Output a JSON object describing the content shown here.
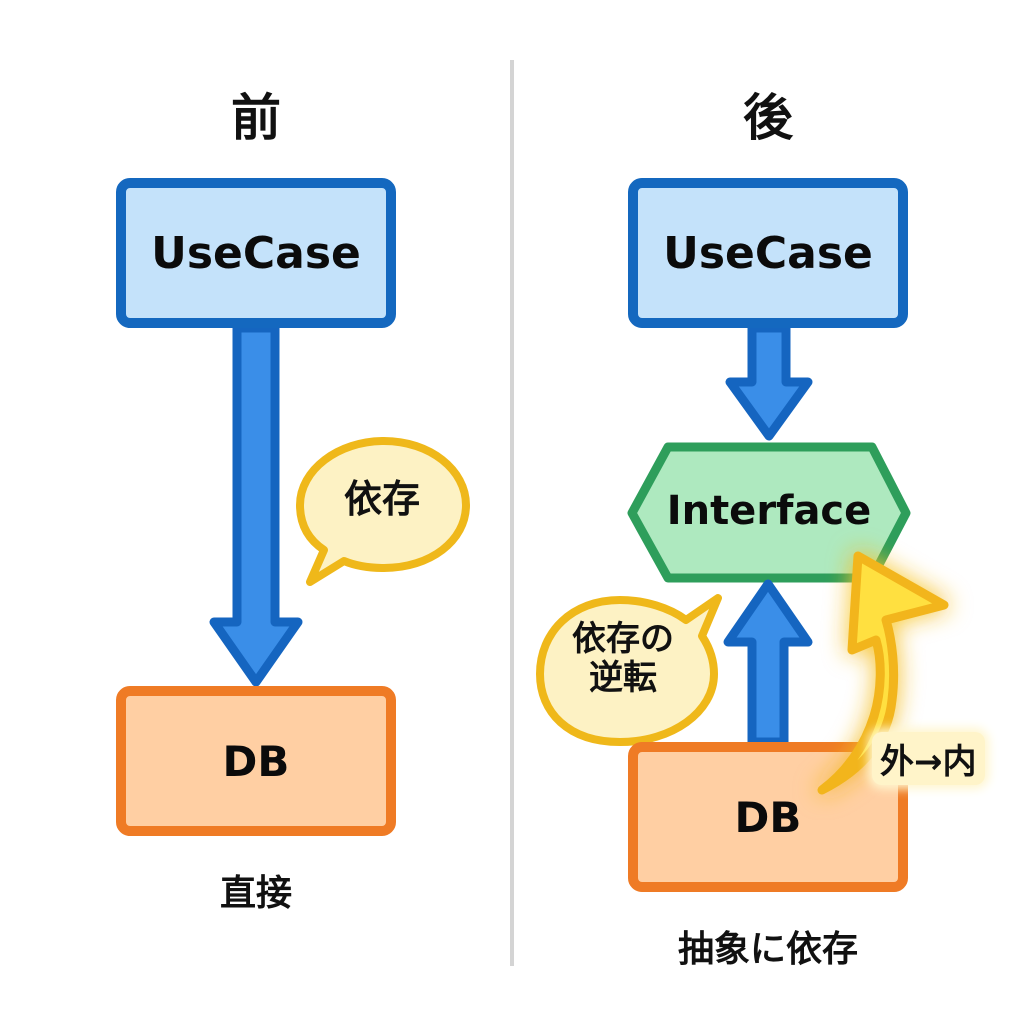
{
  "colors": {
    "usecase_fill": "#c4e2fa",
    "usecase_border": "#1468bf",
    "db_fill": "#ffcfa3",
    "db_border": "#ef7b25",
    "interface_fill": "#aee9bf",
    "interface_border": "#2e9e5b",
    "arrow_fill": "#3a8ee8",
    "arrow_border": "#1565c0",
    "bubble_fill": "#fdf2c4",
    "bubble_border": "#efb81a",
    "highlight_arrow_fill": "#ffe040",
    "highlight_arrow_border": "#f2b51c",
    "divider": "#d4d4d4"
  },
  "before": {
    "heading": "前",
    "usecase_label": "UseCase",
    "db_label": "DB",
    "bubble_label": "依存",
    "caption": "直接"
  },
  "after": {
    "heading": "後",
    "usecase_label": "UseCase",
    "interface_label": "Interface",
    "db_label": "DB",
    "bubble_label_line1": "依存の",
    "bubble_label_line2": "逆転",
    "direction_label": "外→内",
    "caption": "抽象に依存"
  }
}
